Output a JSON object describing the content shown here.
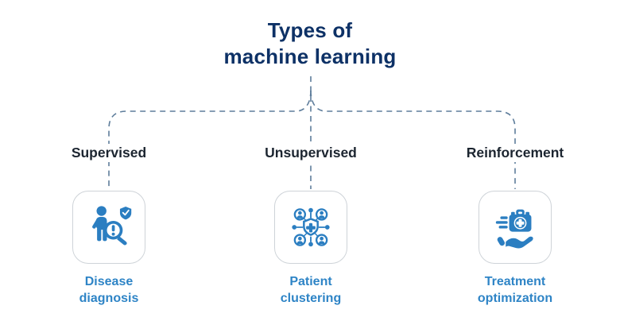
{
  "title": {
    "line1": "Types of",
    "line2": "machine learning"
  },
  "branches": [
    {
      "name": "Supervised",
      "icon": "disease-diagnosis-icon",
      "caption_line1": "Disease",
      "caption_line2": "diagnosis"
    },
    {
      "name": "Unsupervised",
      "icon": "patient-clustering-icon",
      "caption_line1": "Patient",
      "caption_line2": "clustering"
    },
    {
      "name": "Reinforcement",
      "icon": "treatment-optimization-icon",
      "caption_line1": "Treatment",
      "caption_line2": "optimization"
    }
  ],
  "colors": {
    "icon_blue": "#2b7ec1",
    "caption_blue": "#2e84c6",
    "title_navy": "#0d3166",
    "connector_slate": "#5e7d9b",
    "card_border": "#ced3d8",
    "branch_text": "#1c2530",
    "background": "#ffffff"
  }
}
